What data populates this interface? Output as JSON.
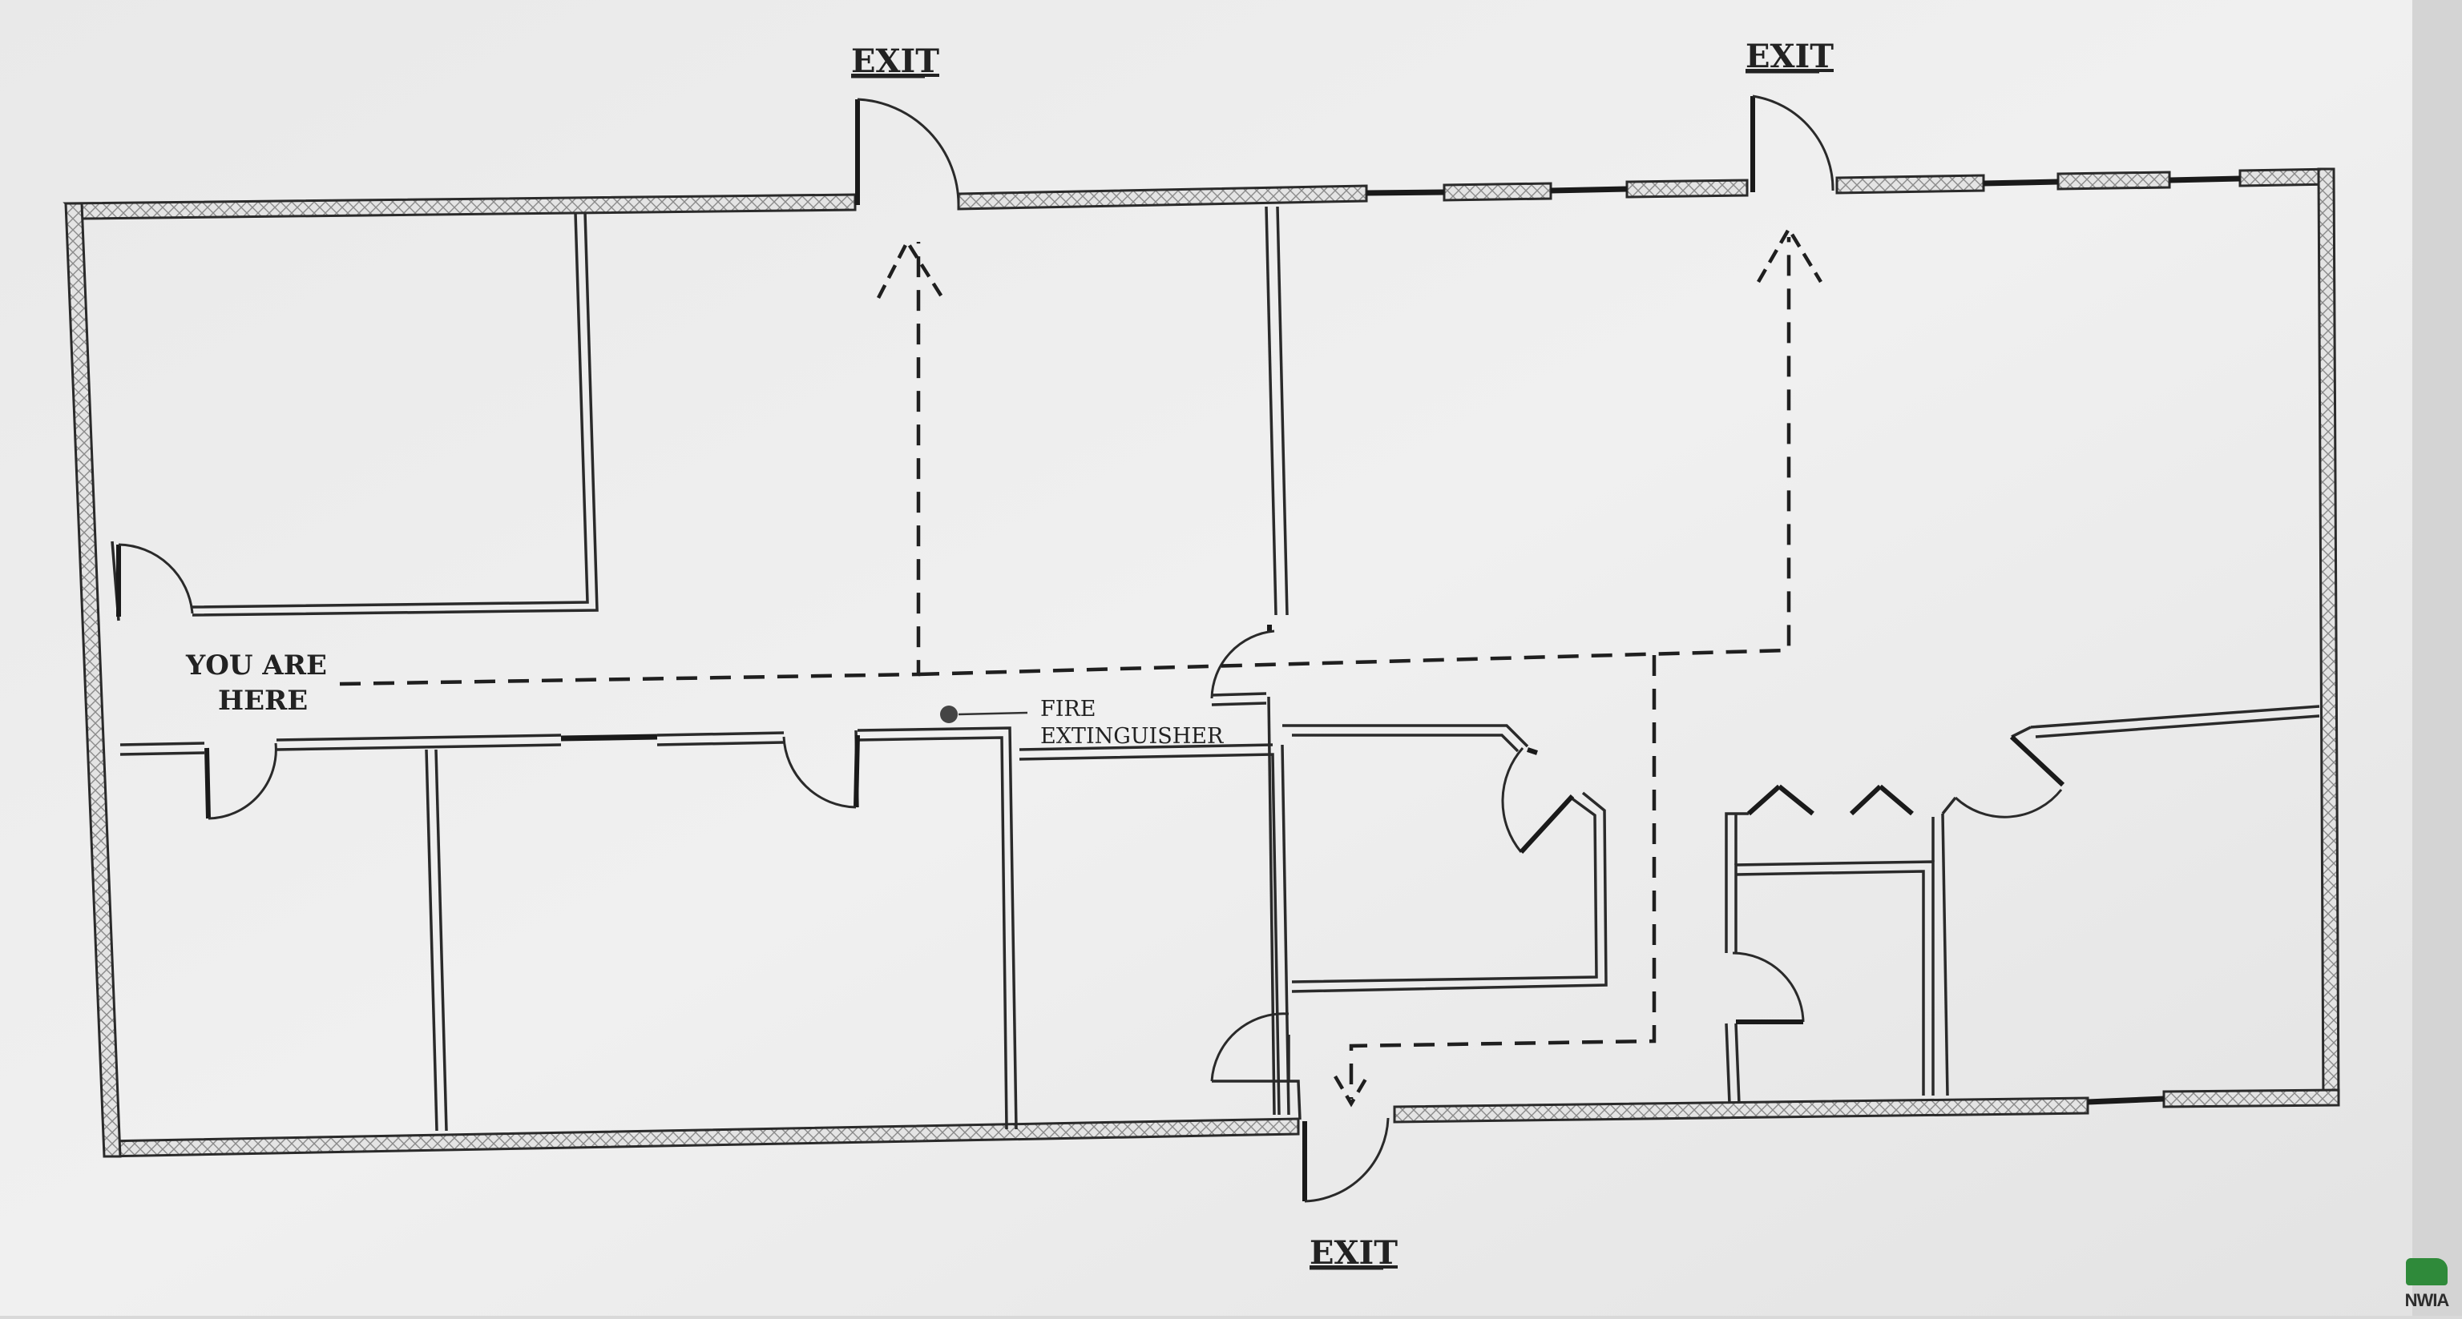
{
  "labels": {
    "exit_top_left": "EXIT",
    "exit_top_right": "EXIT",
    "exit_bottom": "EXIT",
    "you_are_here_line1": "YOU ARE",
    "you_are_here_line2": "HERE",
    "fire_line1": "FIRE",
    "fire_line2": "EXTINGUISHER"
  },
  "logo": {
    "text": "NWIA",
    "color": "#2f8a3a"
  },
  "colors": {
    "paper": "#ebebeb",
    "ink": "#222222"
  }
}
